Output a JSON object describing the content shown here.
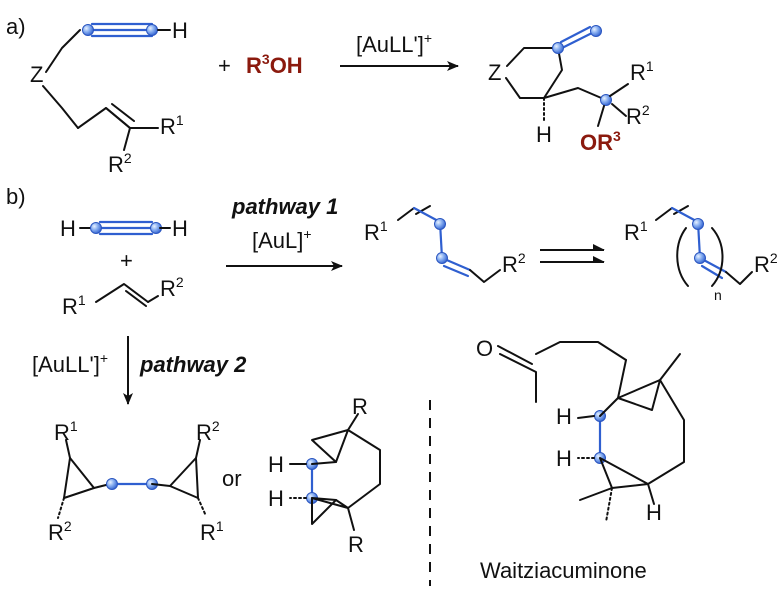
{
  "part_a": {
    "label": "a)",
    "reactant": {
      "z": "Z",
      "h": "H",
      "r1": "R",
      "r1_sup": "1",
      "r2": "R",
      "r2_sup": "2"
    },
    "plus": "+",
    "alcohol": {
      "r": "R",
      "sup": "3",
      "oh": "OH"
    },
    "catalyst": {
      "text": "[AuLL']",
      "sup": "+"
    },
    "product": {
      "z": "Z",
      "h": "H",
      "r1": "R",
      "r1_sup": "1",
      "r2": "R",
      "r2_sup": "2",
      "or": "OR",
      "or_sup": "3"
    }
  },
  "part_b": {
    "label": "b)",
    "alkyne": {
      "h_left": "H",
      "h_right": "H"
    },
    "plus": "+",
    "alkene": {
      "r1": "R",
      "r1_sup": "1",
      "r2": "R",
      "r2_sup": "2"
    },
    "pathway1": {
      "label": "pathway 1",
      "catalyst": "[AuL]",
      "catalyst_sup": "+"
    },
    "diene": {
      "r1": "R",
      "r1_sup": "1",
      "r2": "R",
      "r2_sup": "2"
    },
    "polyene": {
      "r1": "R",
      "r1_sup": "1",
      "r2": "R",
      "r2_sup": "2",
      "n": "n"
    },
    "pathway2": {
      "label": "pathway 2",
      "catalyst": "[AuLL']",
      "catalyst_sup": "+"
    },
    "bicyclopropane": {
      "r1_top": "R",
      "r1_top_sup": "1",
      "r2_top": "R",
      "r2_top_sup": "2",
      "r2_bottom": "R",
      "r2_bottom_sup": "2",
      "r1_bottom": "R",
      "r1_bottom_sup": "1"
    },
    "or_text": "or",
    "bicyclic": {
      "r_top": "R",
      "r_bottom": "R",
      "h_top": "H",
      "h_bottom": "H"
    },
    "natural_product": {
      "o": "O",
      "h1": "H",
      "h2": "H",
      "h3": "H",
      "name": "Waitziacuminone"
    }
  }
}
